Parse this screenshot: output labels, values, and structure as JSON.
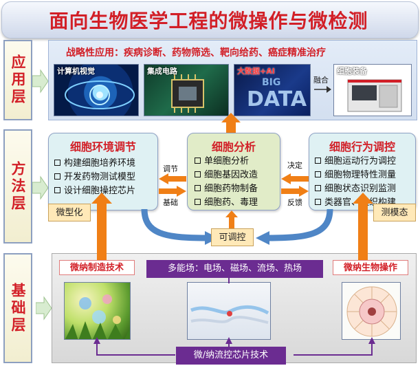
{
  "title": "面向生物医学工程的微操作与微检测",
  "layers": {
    "application": "应用层",
    "method": "方法层",
    "foundation": "基础层"
  },
  "application": {
    "strategy": "战略性应用：疾病诊断、药物筛选、靶向给药、癌症精准治疗",
    "tiles": [
      "计算机视觉",
      "集成电路",
      "大数据+AI",
      "细胞装备"
    ],
    "fusion": "融合"
  },
  "method": {
    "left": {
      "title": "细胞环境调节",
      "items": [
        "构建细胞培养环境",
        "开发药物测试模型",
        "设计细胞操控芯片"
      ]
    },
    "center": {
      "title": "细胞分析",
      "items": [
        "单细胞分析",
        "细胞基因改造",
        "细胞药物制备",
        "细胞药、毒理"
      ]
    },
    "right": {
      "title": "细胞行为调控",
      "items": [
        "细胞运动行为调控",
        "细胞物理特性测量",
        "细胞状态识别监测",
        "类器官、组织构建"
      ]
    },
    "arrow_labels": {
      "regulate": "调节",
      "basis": "基础",
      "decide": "决定",
      "feedback": "反馈"
    },
    "controllable": "可调控",
    "miniaturize": "微型化",
    "measure_mode": "测模态"
  },
  "foundation": {
    "left_tech": "微纳制造技术",
    "fields": "多能场：电场、磁场、流场、热场",
    "right_tech": "微纳生物操作",
    "chip_tech": "微/纳流控芯片技术"
  },
  "colors": {
    "title_red": "#d21f27",
    "arrow_orange": "#f07f16",
    "arrow_blue": "#4f86c6",
    "purple": "#6b2c91"
  }
}
